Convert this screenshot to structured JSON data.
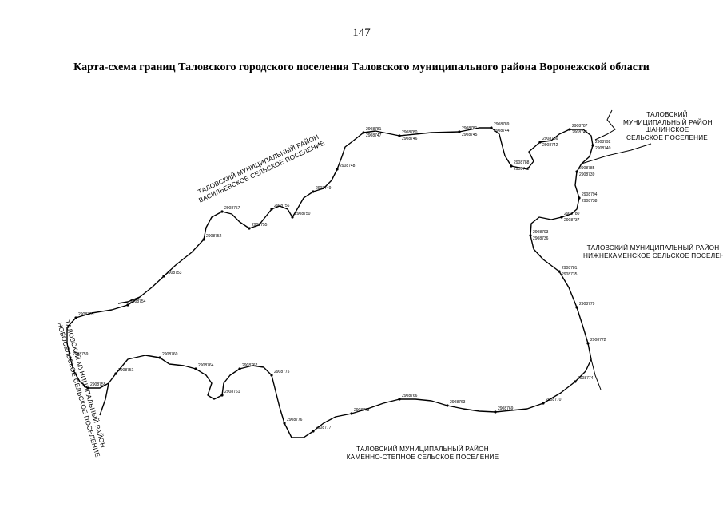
{
  "page_number": "147",
  "title": "Карта-схема границ Таловского городского поселения Таловского муниципального района Воронежской области",
  "neighbor_regions": {
    "shaninskoe": [
      "ТАЛОВСКИЙ",
      "МУНИЦИПАЛЬНЫЙ РАЙОН",
      "ШАНИНСКОЕ",
      "СЕЛЬСКОЕ ПОСЕЛЕНИЕ"
    ],
    "vasilievskoe": [
      "ТАЛОВСКИЙ МУНИЦИПАЛЬНЫЙ РАЙОН",
      "ВАСИЛЬЕВСКОЕ СЕЛЬСКОЕ ПОСЕЛЕНИЕ"
    ],
    "nizhnekamenskoe": [
      "ТАЛОВСКИЙ МУНИЦИПАЛЬНЫЙ РАЙОН",
      "НИЖНЕКАМЕНСКОЕ СЕЛЬСКОЕ ПОСЕЛЕНИЕ"
    ],
    "novoselskoe": [
      "ТАЛОВСКИЙ МУНИЦИПАЛЬНЫЙ РАЙОН",
      "НОВОСЕЛЬСКОЕ СЕЛЬСКОЕ ПОСЕЛЕНИЕ"
    ],
    "kamenno_stepnoe": [
      "ТАЛОВСКИЙ МУНИЦИПАЛЬНЫЙ РАЙОН",
      "КАМЕННО-СТЕПНОЕ СЕЛЬСКОЕ ПОСЕЛЕНИЕ"
    ]
  },
  "point_labels": [
    "2908781",
    "2908780",
    "2908781",
    "2908789",
    "2908788",
    "2908786",
    "2908787",
    "2908792",
    "2908785",
    "2908794",
    "2908780",
    "2908793",
    "2908781",
    "2908779",
    "2908772",
    "2908774",
    "2908770",
    "2908769",
    "2908763",
    "2908766",
    "2908773",
    "2908777",
    "2908776",
    "2908775",
    "2908762",
    "2908761",
    "2908764",
    "2908760",
    "2908751",
    "2908758",
    "2908759",
    "2908765",
    "2908754",
    "2908753",
    "2908752",
    "2908757",
    "2908755",
    "2908756",
    "2908750",
    "2908749",
    "2908748",
    "2908747",
    "2908746",
    "2908745",
    "2908744",
    "2908743",
    "2908742",
    "2908741",
    "2908740",
    "2908739",
    "2908738",
    "2908737",
    "2908736",
    "2908735"
  ],
  "colors": {
    "line": "#000000",
    "background": "#ffffff"
  }
}
